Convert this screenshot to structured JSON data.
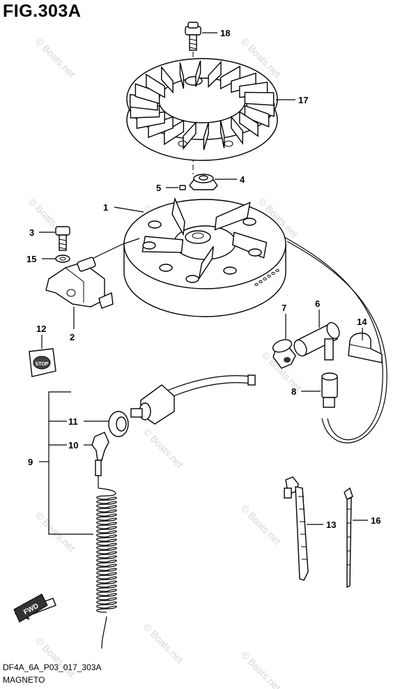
{
  "figure_title": "FIG.303A",
  "drawing_code": "DF4A_6A_P03_017_303A",
  "caption": "MAGNETO",
  "fwd_label": "FWD",
  "stop_label": "STOP",
  "watermark": "© Boats.net",
  "callouts": {
    "c1": "1",
    "c2": "2",
    "c3": "3",
    "c4": "4",
    "c5": "5",
    "c6": "6",
    "c7": "7",
    "c8": "8",
    "c9": "9",
    "c10": "10",
    "c11": "11",
    "c12": "12",
    "c13": "13",
    "c14": "14",
    "c15": "15",
    "c16": "16",
    "c17": "17",
    "c18": "18"
  }
}
